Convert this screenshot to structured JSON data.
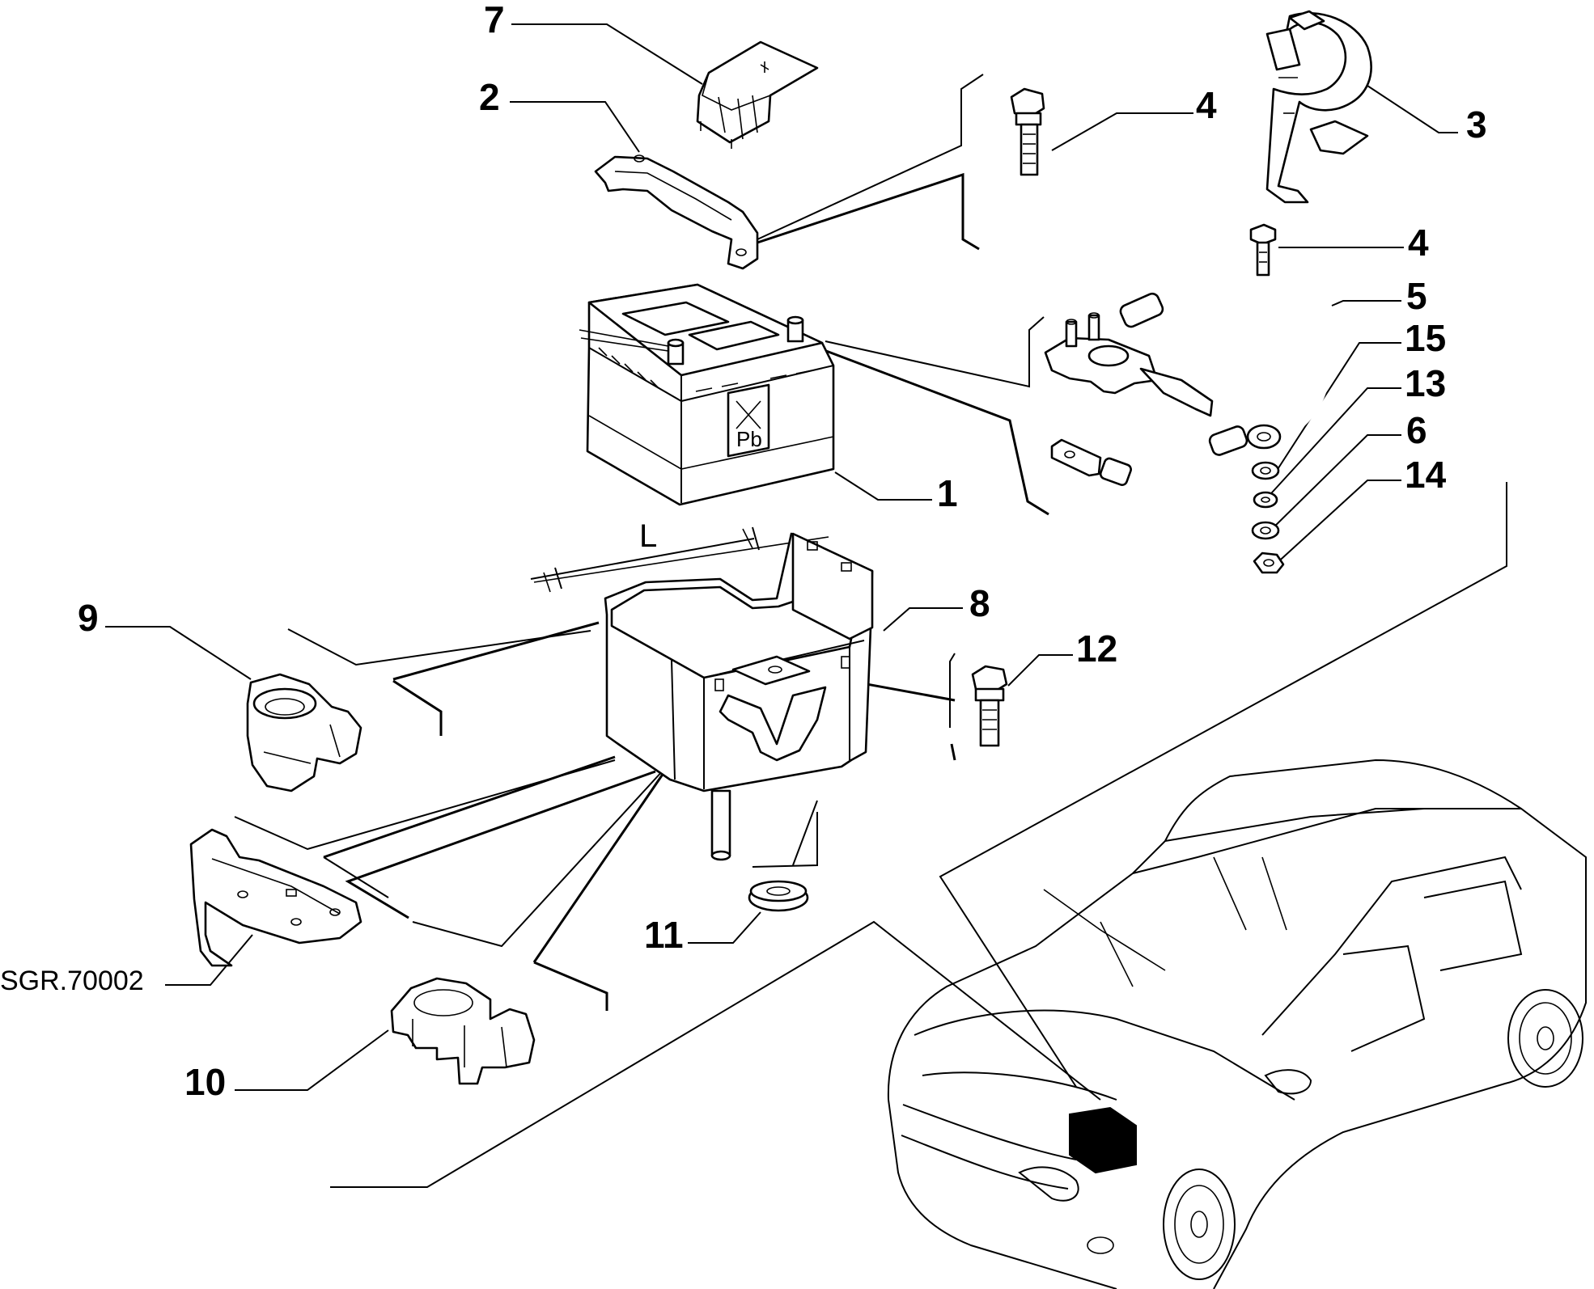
{
  "diagram": {
    "reference_code": "SGR.70002",
    "dimension_label": "L",
    "callouts": [
      "7",
      "2",
      "4",
      "3",
      "4",
      "5",
      "15",
      "13",
      "6",
      "14",
      "1",
      "8",
      "9",
      "12",
      "11",
      "10"
    ],
    "highlight_color": "#000000",
    "parts": [
      {
        "number": "1",
        "name": "battery"
      },
      {
        "number": "2",
        "name": "hold-down bracket"
      },
      {
        "number": "3",
        "name": "cable clamp"
      },
      {
        "number": "4",
        "name": "bolt"
      },
      {
        "number": "5",
        "name": "battery cable"
      },
      {
        "number": "6",
        "name": "washer"
      },
      {
        "number": "7",
        "name": "terminal cover"
      },
      {
        "number": "8",
        "name": "battery tray"
      },
      {
        "number": "9",
        "name": "clip"
      },
      {
        "number": "10",
        "name": "clip"
      },
      {
        "number": "11",
        "name": "grommet"
      },
      {
        "number": "12",
        "name": "bolt"
      },
      {
        "number": "13",
        "name": "washer"
      },
      {
        "number": "14",
        "name": "nut"
      },
      {
        "number": "15",
        "name": "washer"
      }
    ]
  }
}
